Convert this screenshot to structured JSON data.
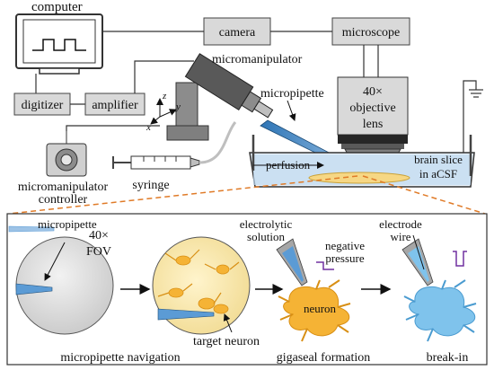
{
  "labels": {
    "computer": "computer",
    "camera": "camera",
    "microscope": "microscope",
    "micromanipulator": "micromanipulator",
    "digitizer": "digitizer",
    "amplifier": "amplifier",
    "micropipette_top": "micropipette",
    "objective_1": "40×",
    "objective_2": "objective",
    "objective_3": "lens",
    "perfusion": "perfusion",
    "brain_slice_1": "brain slice",
    "brain_slice_2": "in aCSF",
    "mm_controller_1": "micromanipulator",
    "mm_controller_2": "controller",
    "syringe": "syringe",
    "axis_z": "z",
    "axis_y": "y",
    "axis_x": "x",
    "inset_micropipette": "micropipette",
    "fov_1": "40×",
    "fov_2": "FOV",
    "nav_caption": "micropipette navigation",
    "target_neuron": "target neuron",
    "electrolytic_1": "electrolytic",
    "electrolytic_2": "solution",
    "negative_1": "negative",
    "negative_2": "pressure",
    "neuron": "neuron",
    "gigaseal_caption": "gigaseal formation",
    "electrode_1": "electrode",
    "electrode_2": "wire",
    "breakin_caption": "break-in"
  },
  "colors": {
    "box_fill": "#d9d9d9",
    "device_dark": "#595959",
    "pipette_blue": "#5b9bd5",
    "neuron_orange": "#f5b335",
    "neuron_blue": "#7fc3ec",
    "slice_fill": "#f6d784",
    "dashed_orange": "#e07b28",
    "signal_purple": "#7030a0"
  }
}
